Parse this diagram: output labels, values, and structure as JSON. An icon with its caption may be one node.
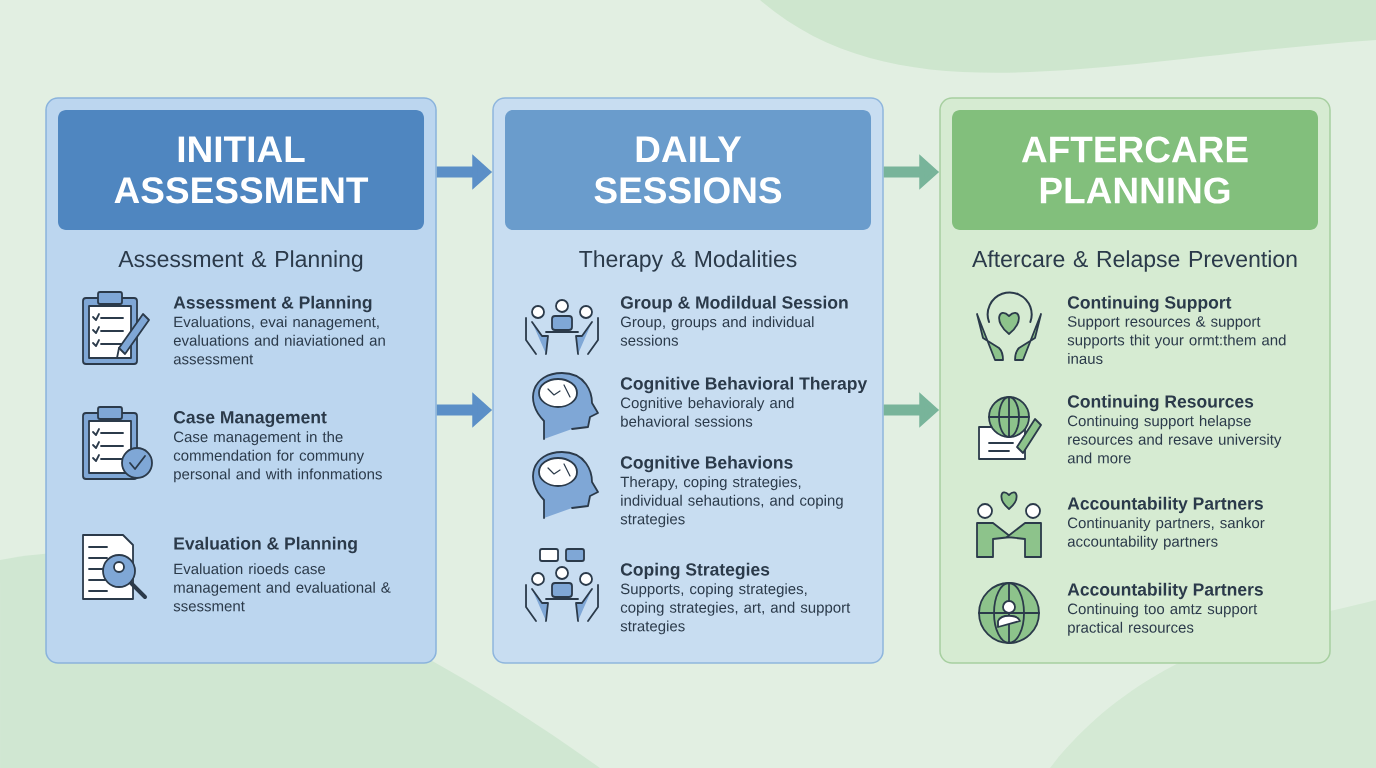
{
  "diagram": {
    "nodes": [
      {
        "text": [
          "Assessment & Planning"
        ]
      },
      {
        "text": [
          "INITIAL ASSESSMENT"
        ],
        "in": 0
      },
      {
        "text": [
          "Therapy & Modalities"
        ]
      },
      {
        "text": [
          "DAILY SESSIONS"
        ],
        "in": 2
      },
      {
        "text": [
          "Aftercare & Relapse Prevention"
        ]
      },
      {
        "text": [
          "AFTERCARE PLANNING"
        ],
        "in": 4
      }
    ],
    "edges": [
      {
        "from": 0,
        "to": 2,
        "arrow": "to",
        "color": "#5b8fc7"
      },
      {
        "from": 0,
        "to": 2,
        "arrow": "to",
        "color": "#5b8fc7"
      },
      {
        "from": 2,
        "to": 4,
        "arrow": "to",
        "color": "#78b49a"
      },
      {
        "from": 2,
        "to": 4,
        "arrow": "to",
        "color": "#78b49a"
      }
    ],
    "labels": [
      "Assessment & Planning",
      "Evaluations, evai nanagement, evaluations and niaviationed an assessment",
      "Case Management",
      "Case management in the commendation for communy personal and with infonmations",
      "Evaluation & Planning",
      "Evaluation rioeds case management and evaluational & ssessment",
      "Group & Modildual Session",
      "Group, groups and individual sessions",
      "Cognitive Behavioral Therapy",
      "Cognitive behavioraly and behavioral sessions",
      "Cognitive Behavions",
      "Therapy, coping strategies, individual sehautions, and coping strategies",
      "Coping Strategies",
      "Supports, coping strategies, coping strategies, art, and support strategies",
      "Continuing Support",
      "Support resources & support supports thit your ormt:them and inaus",
      "Continuing Resources",
      "Continuing support helapse resources and resave university and more",
      "Accountability Partners",
      "Continuanity partners, sankor accountability partners",
      "Accountability Partners",
      "Continuing too amtz support practical resources"
    ]
  }
}
